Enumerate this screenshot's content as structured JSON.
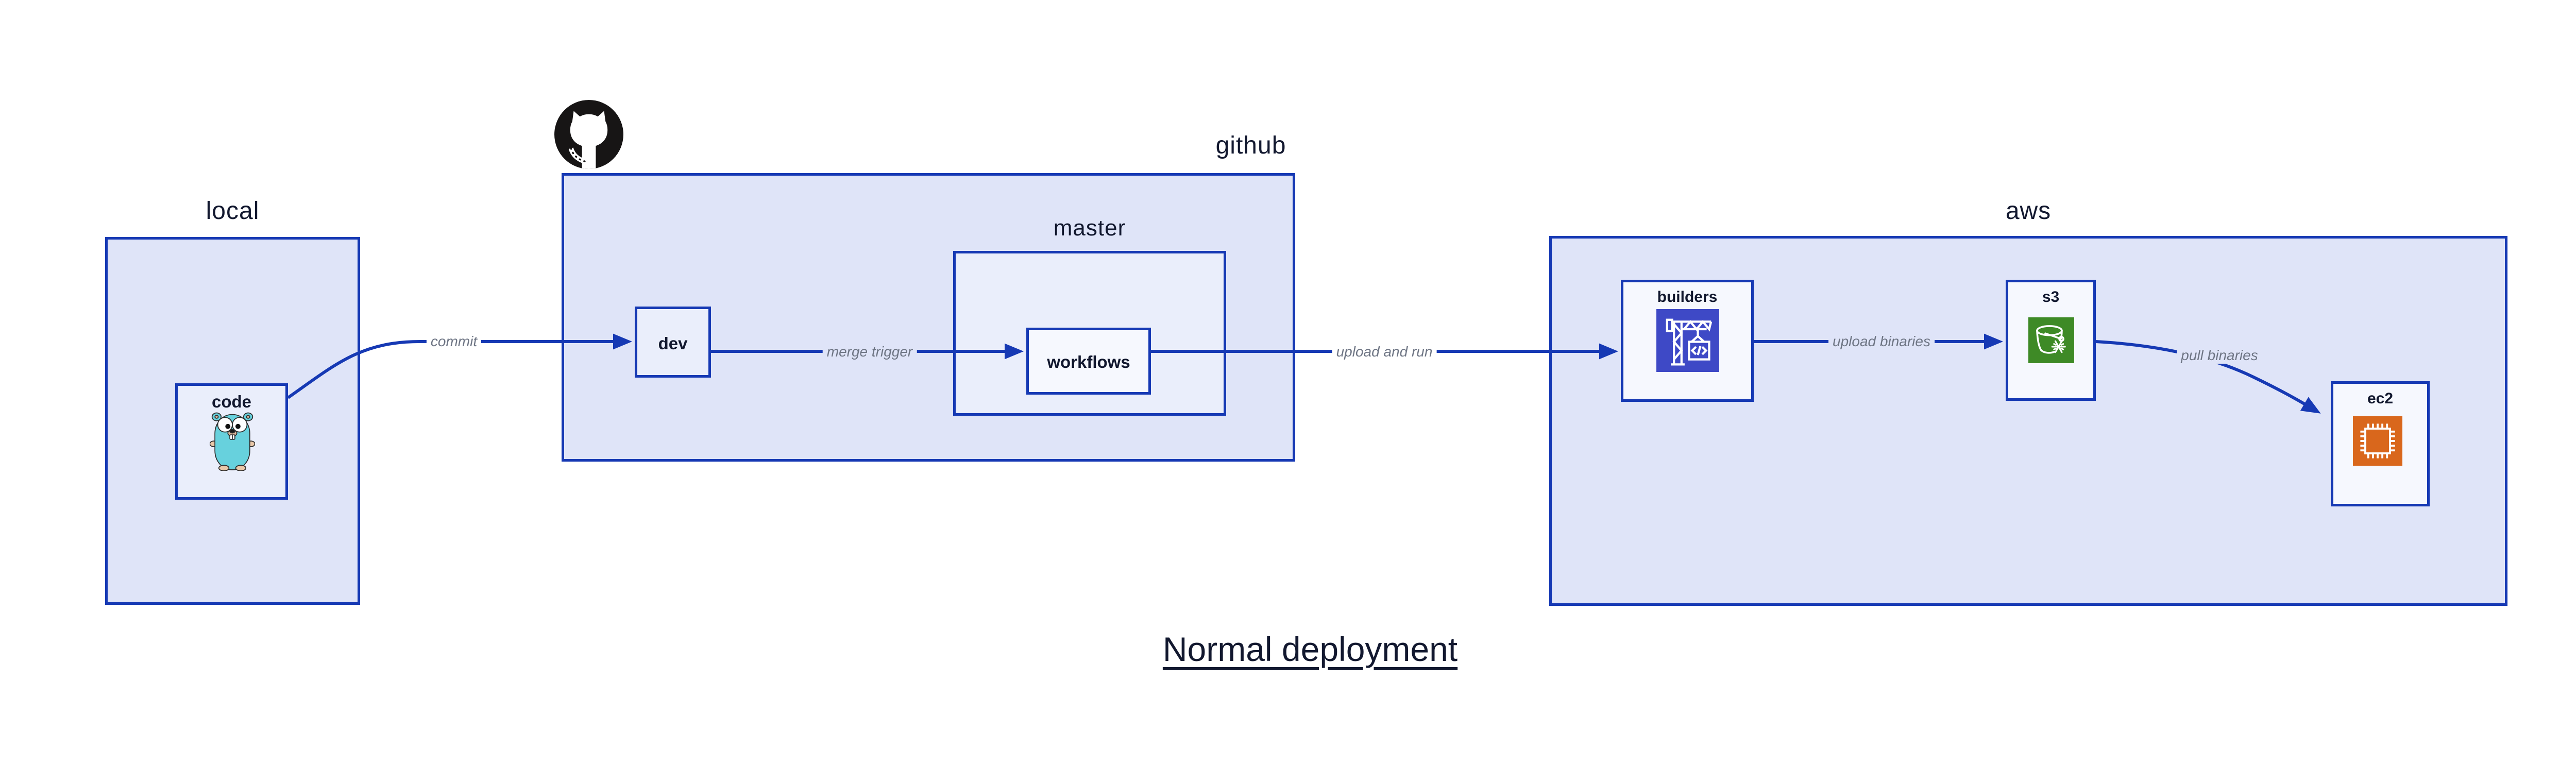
{
  "title": "Normal deployment",
  "groups": {
    "local": {
      "label": "local"
    },
    "github": {
      "label": "github"
    },
    "master": {
      "label": "master"
    },
    "aws": {
      "label": "aws"
    }
  },
  "nodes": {
    "code": {
      "label": "code",
      "group": "local",
      "icon": "go-gopher-icon"
    },
    "dev": {
      "label": "dev",
      "group": "github"
    },
    "workflows": {
      "label": "workflows",
      "group": "master"
    },
    "builders": {
      "label": "builders",
      "group": "aws",
      "icon": "codebuild-crane-icon"
    },
    "s3": {
      "label": "s3",
      "group": "aws",
      "icon": "s3-glacier-bucket-icon"
    },
    "ec2": {
      "label": "ec2",
      "group": "aws",
      "icon": "ec2-chip-icon"
    }
  },
  "edges": [
    {
      "from": "code",
      "to": "dev",
      "label": "commit"
    },
    {
      "from": "dev",
      "to": "workflows",
      "label": "merge trigger"
    },
    {
      "from": "workflows",
      "to": "builders",
      "label": "upload and run"
    },
    {
      "from": "builders",
      "to": "s3",
      "label": "upload binaries"
    },
    {
      "from": "s3",
      "to": "ec2",
      "label": "pull binaries"
    }
  ],
  "icons": {
    "octocat": "github-octocat-icon",
    "gopher": "go-gopher-icon",
    "codebuild": "codebuild-crane-icon",
    "s3glacier": "s3-glacier-bucket-icon",
    "ec2chip": "ec2-chip-icon"
  },
  "colors": {
    "line_and_border": "#1639b4",
    "group_fill": "#dfe4f8",
    "node_fill": "#eaeefb",
    "inner_node_fill": "#f6f8fe",
    "label_ink": "#12182f",
    "edge_label_ink": "#6e7584",
    "octocat_black": "#171515",
    "gopher_teal": "#67d1dd",
    "codebuild_indigo": "#3e49c6",
    "s3_green": "#3e8a26",
    "ec2_orange": "#d9671c"
  }
}
